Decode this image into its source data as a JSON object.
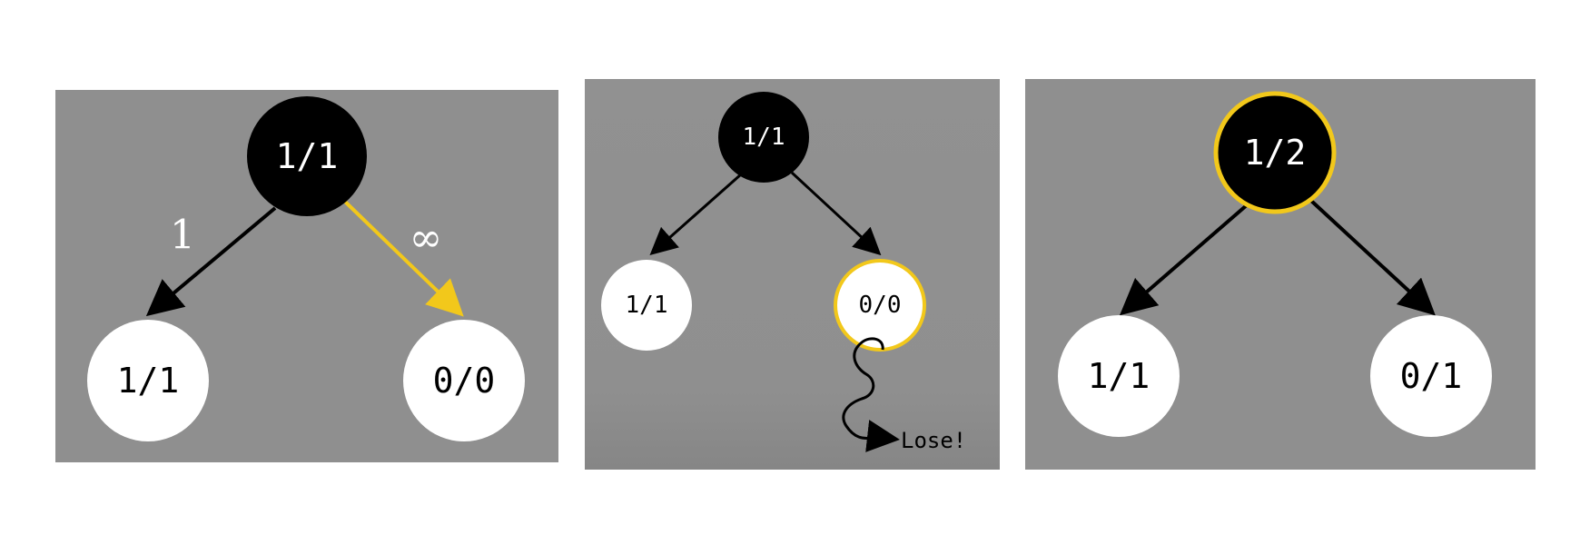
{
  "panels": [
    {
      "root": "1/1",
      "left_child": "1/1",
      "right_child": "0/0",
      "left_edge_label": "1",
      "right_edge_label": "∞",
      "highlight_color": "#f2c81b"
    },
    {
      "root": "1/1",
      "left_child": "1/1",
      "right_child": "0/0",
      "outcome_label": "Lose!",
      "highlight_color": "#f2c81b"
    },
    {
      "root": "1/2",
      "left_child": "1/1",
      "right_child": "0/1",
      "highlight_color": "#f2c81b"
    }
  ],
  "colors": {
    "panel_bg": "#8f8f8f",
    "root_fill": "#000000",
    "leaf_fill": "#ffffff",
    "highlight": "#f2c81b"
  }
}
